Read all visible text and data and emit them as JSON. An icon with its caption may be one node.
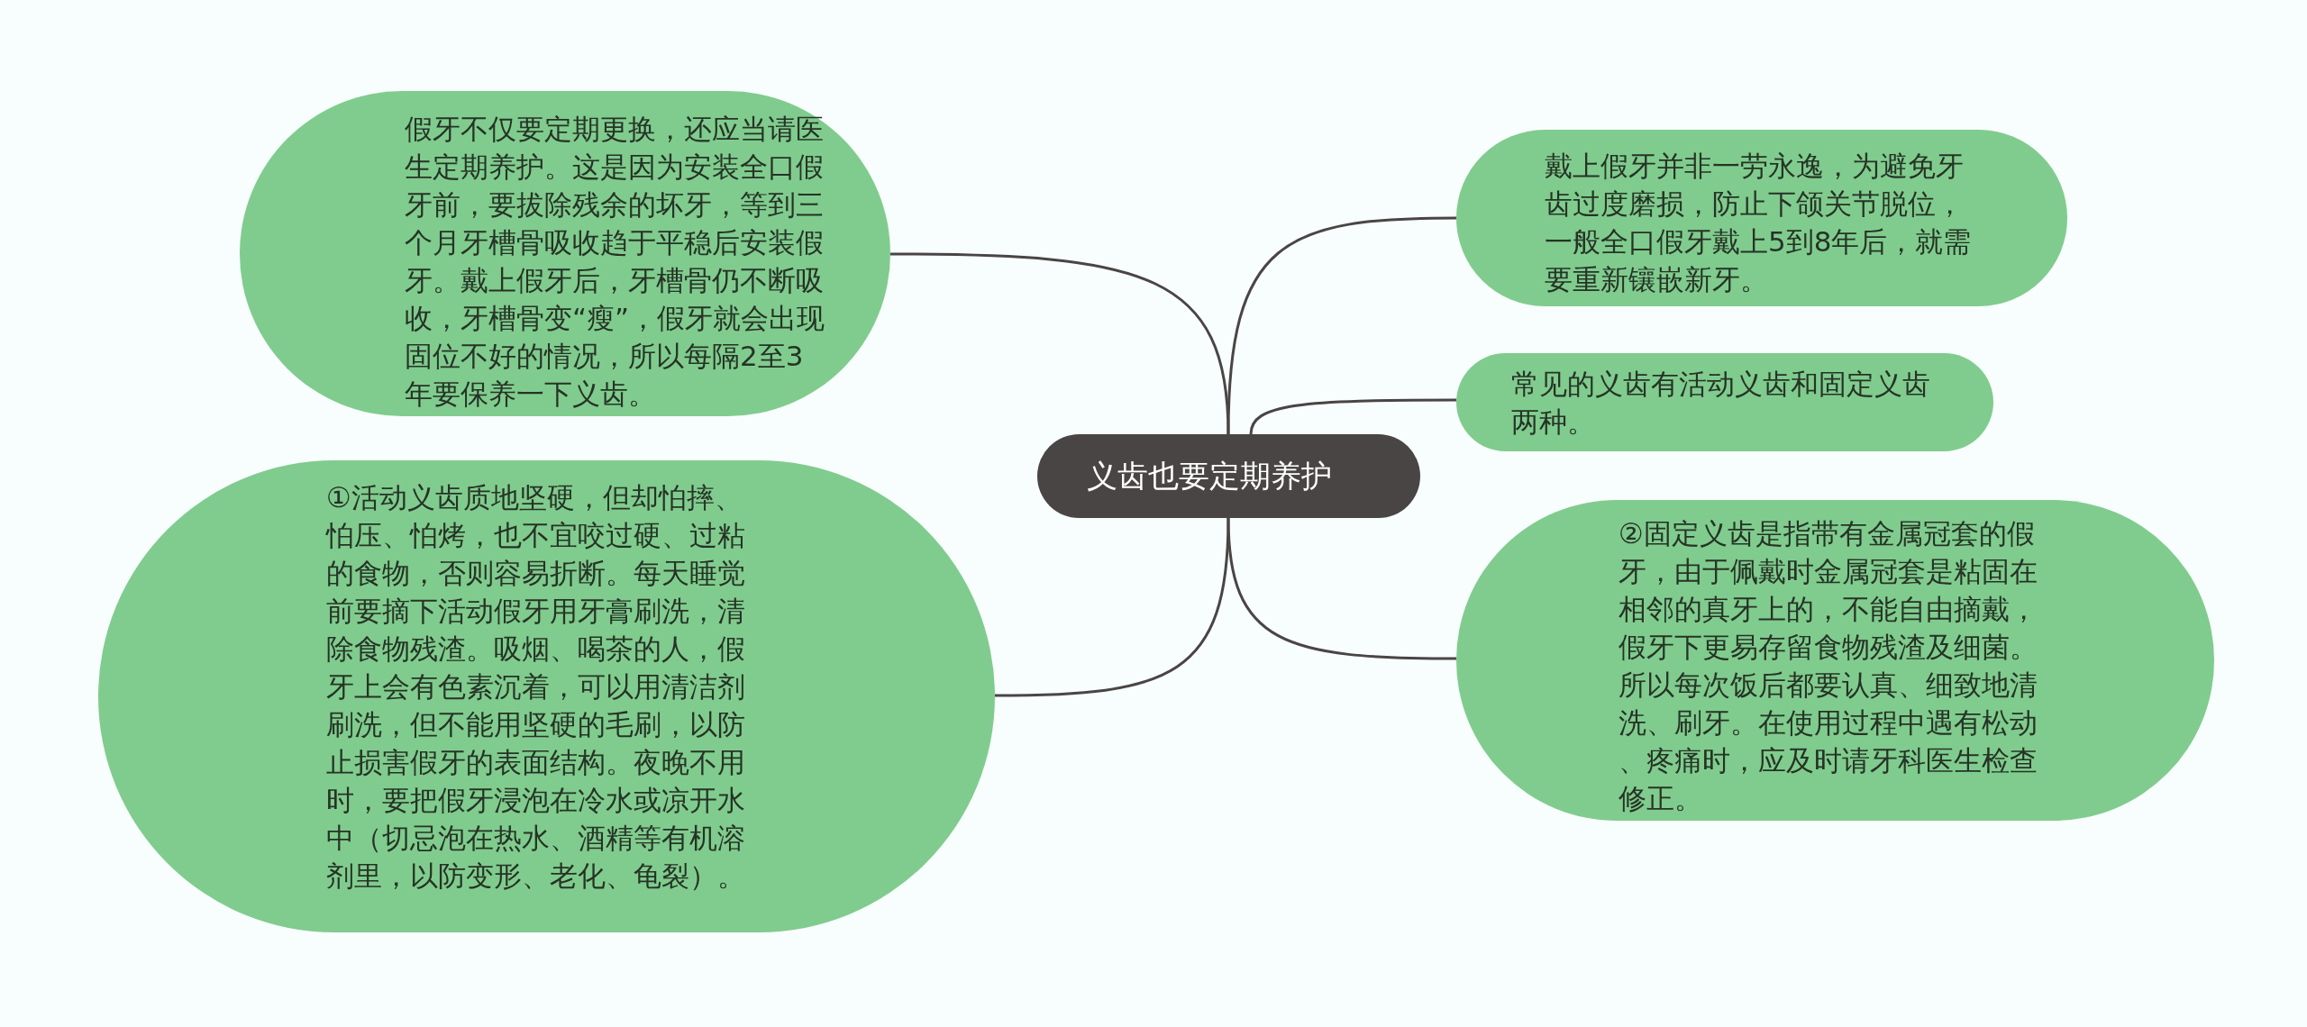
{
  "diagram": {
    "nodes": [
      {
        "text": [
          "义齿也要定期养护"
        ]
      },
      {
        "text": [
          "假牙不仅要定期更换，还应当请医生定期养护。这是因为安装全口假牙前，要拔除残余的坏牙，等到三个月牙槽骨吸收趋于平稳后安装假牙。戴上假牙后，牙槽骨仍不断吸收，牙槽骨变“瘦”，假牙就会出现固位不好的情况，所以每隔2至3年要保养一下义齿。"
        ]
      },
      {
        "text": [
          "①活动义齿质地坚硬，但却怕摔、怕压、怕烤，也不宜咬过硬、过粘的食物，否则容易折断。每天睡觉前要摘下活动假牙用牙膏刷洗，清除食物残渣。吸烟、喝茶的人，假牙上会有色素沉着，可以用清洁剂刷洗，但不能用坚硬的毛刷，以防止损害假牙的表面结构。夜晚不用时，要把假牙浸泡在冷水或凉开水中（切忌泡在热水、酒精等有机溶剂里，以防变形、老化、龟裂）。"
        ]
      },
      {
        "text": [
          "戴上假牙并非一劳永逸，为避免牙齿过度磨损，防止下颌关节脱位，一般全口假牙戴上5到8年后，就需要重新镶嵌新牙。"
        ]
      },
      {
        "text": [
          "常见的义齿有活动义齿和固定义齿两种。"
        ]
      },
      {
        "text": [
          "②固定义齿是指带有金属冠套的假牙，由于佩戴时金属冠套是粘固在相邻的真牙上的，不能自由摘戴，假牙下更易存留食物残渣及细菌。所以每次饭后都要认真、细致地清洗、刷牙。在使用过程中遇有松动、疼痛时，应及时请牙科医生检查修正。"
        ]
      }
    ],
    "edges": [
      {
        "from": 0,
        "to": 1,
        "arrow": "none"
      },
      {
        "from": 0,
        "to": 2,
        "arrow": "none"
      },
      {
        "from": 0,
        "to": 3,
        "arrow": "none"
      },
      {
        "from": 0,
        "to": 4,
        "arrow": "none"
      },
      {
        "from": 0,
        "to": 5,
        "arrow": "none"
      }
    ]
  }
}
